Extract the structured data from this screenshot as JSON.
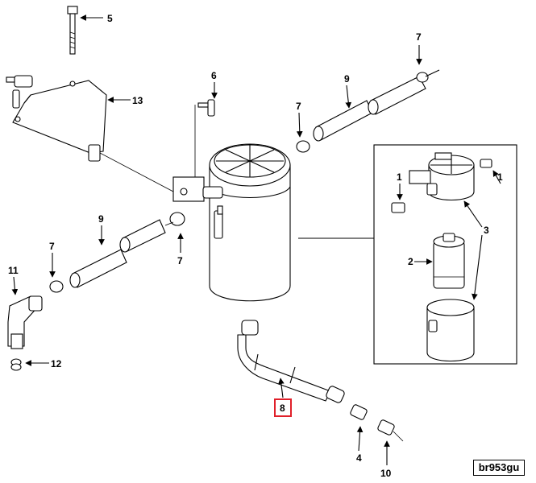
{
  "diagram": {
    "callouts": {
      "c1_top": "1",
      "c1_bottom": "1",
      "c2": "2",
      "c3": "3",
      "c4": "4",
      "c5": "5",
      "c6": "6",
      "c7_top_right": "7",
      "c7_center": "7",
      "c7_left": "7",
      "c7_below_clamp": "7",
      "c8": "8",
      "c9_upper": "9",
      "c9_lower": "9",
      "c10": "10",
      "c11": "11",
      "c12": "12",
      "c13": "13"
    },
    "highlight_color": "#e0202a",
    "reference_code": "br953gu"
  }
}
